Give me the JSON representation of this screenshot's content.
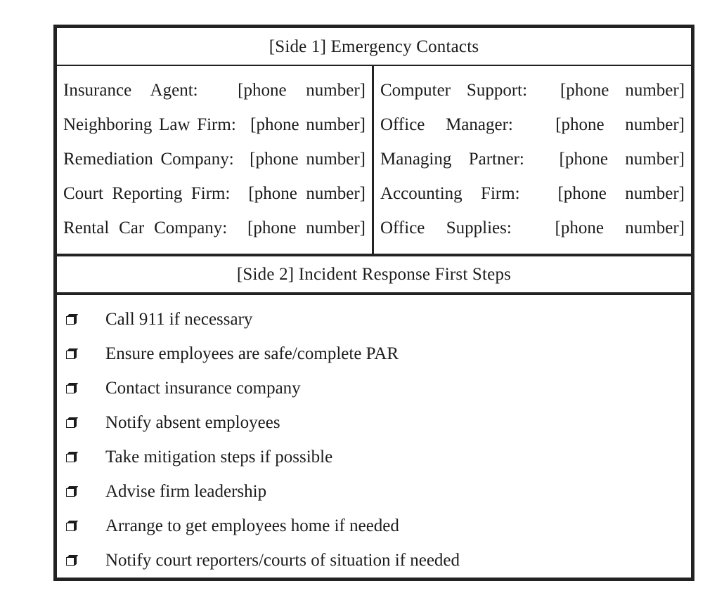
{
  "document": {
    "side1": {
      "header": "[Side 1] Emergency Contacts",
      "left_column": [
        {
          "label": "Insurance Agent:",
          "value": "[phone number]"
        },
        {
          "label": "Neighboring Law Firm:",
          "value": "[phone number]"
        },
        {
          "label": "Remediation Company:",
          "value": "[phone number]"
        },
        {
          "label": "Court Reporting Firm:",
          "value": "[phone number]"
        },
        {
          "label": "Rental Car Company:",
          "value": "[phone number]"
        }
      ],
      "right_column": [
        {
          "label": "Computer Support:",
          "value": "[phone number]"
        },
        {
          "label": "Office Manager:",
          "value": "[phone number]"
        },
        {
          "label": "Managing Partner:",
          "value": "[phone number]"
        },
        {
          "label": "Accounting Firm:",
          "value": "[phone number]"
        },
        {
          "label": "Office Supplies:",
          "value": "[phone number]"
        }
      ]
    },
    "side2": {
      "header": "[Side 2] Incident Response First Steps",
      "checkbox_icon": "box-3d-unchecked-icon",
      "items": [
        {
          "label": "Call 911 if necessary"
        },
        {
          "label": "Ensure employees are safe/complete PAR"
        },
        {
          "label": "Contact insurance company"
        },
        {
          "label": "Notify absent employees"
        },
        {
          "label": "Take mitigation steps if possible"
        },
        {
          "label": "Advise firm leadership"
        },
        {
          "label": "Arrange to get employees home if needed"
        },
        {
          "label": "Notify court reporters/courts of situation if needed"
        }
      ]
    }
  },
  "colors": {
    "border": "#222222",
    "text": "#1c1c1c",
    "background": "#ffffff"
  }
}
